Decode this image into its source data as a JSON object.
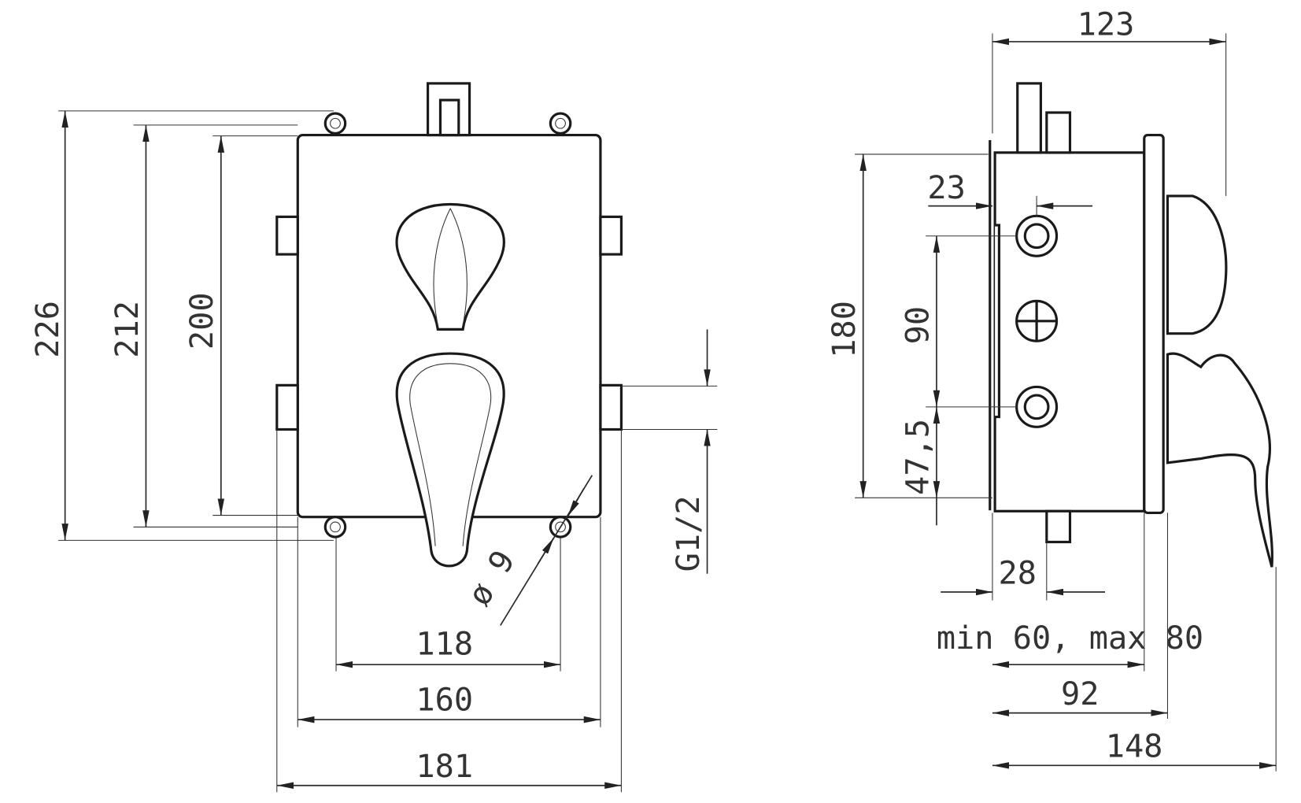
{
  "front_view": {
    "dimensions": {
      "height_overall": "226",
      "height_mount": "212",
      "height_box": "200",
      "thread": "G1/2",
      "hole_diameter": "ø 9",
      "width_mount": "118",
      "width_box": "160",
      "width_overall": "181"
    }
  },
  "side_view": {
    "dimensions": {
      "depth_overall_top": "123",
      "inlet_offset": "23",
      "height_box": "180",
      "inlet_spacing": "90",
      "inlet_bottom": "47,5",
      "outlet_offset": "28",
      "wall_depth_range": "min 60, max 80",
      "depth_plate": "92",
      "depth_overall": "148"
    }
  }
}
